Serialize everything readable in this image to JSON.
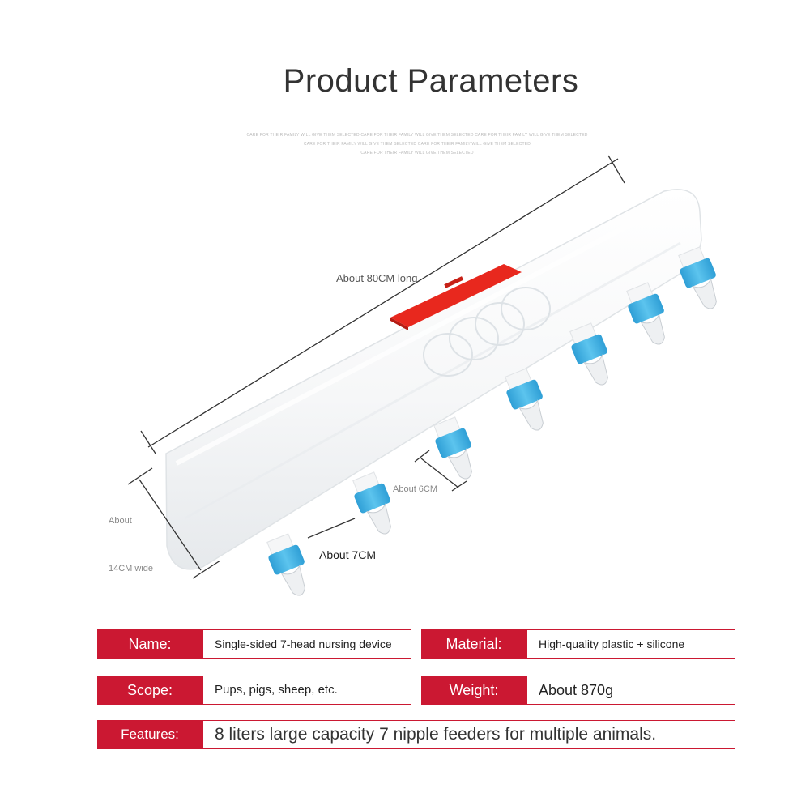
{
  "header": {
    "title": "Product Parameters",
    "taglines": [
      "CARE FOR THEIR FAMILY WILL GIVE THEM SELECTED CARE FOR THEIR FAMILY WILL GIVE THEM SELECTED CARE FOR THEIR FAMILY WILL GIVE THEM SELECTED",
      "CARE FOR THEIR FAMILY WILL GIVE THEM SELECTED CARE FOR THEIR FAMILY WILL GIVE THEM SELECTED",
      "CARE FOR THEIR FAMILY WILL GIVE THEM SELECTED"
    ]
  },
  "dimensions": {
    "length": "About 80CM long",
    "width_line1": "About",
    "width_line2": "14CM wide",
    "spacing": "About 6CM",
    "height": "About 7CM"
  },
  "colors": {
    "accent_red": "#cb1832",
    "nipple_blue": "#42b3e3",
    "body_white": "#f7f8f9",
    "lid_red": "#e8281e"
  },
  "specs": {
    "name_label": "Name:",
    "name_value": "Single-sided 7-head nursing device",
    "material_label": "Material:",
    "material_value": "High-quality plastic + silicone",
    "scope_label": "Scope:",
    "scope_value": "Pups, pigs, sheep, etc.",
    "weight_label": "Weight:",
    "weight_value": "About 870g",
    "features_label": "Features:",
    "features_value": "8 liters large capacity 7 nipple feeders for multiple animals."
  }
}
